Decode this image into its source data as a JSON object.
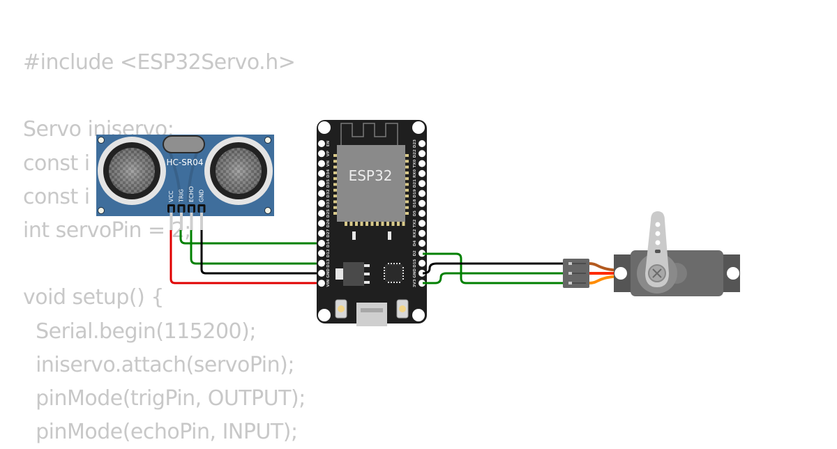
{
  "code_lines": [
    "#include <ESP32Servo.h>",
    "",
    "Servo iniservo;",
    "const i",
    "const i",
    "int servoPin = 2;",
    "",
    "void setup() {",
    "  Serial.begin(115200);",
    "  iniservo.attach(servoPin);",
    "  pinMode(trigPin, OUTPUT);",
    "  pinMode(echoPin, INPUT);"
  ],
  "sensor": {
    "label": "HC-SR04",
    "pins": [
      "VCC",
      "TRIG",
      "ECHO",
      "GND"
    ],
    "board_color": "#3d6b9a"
  },
  "esp32": {
    "label": "ESP32",
    "left_pins": [
      "EN",
      "VP",
      "VN",
      "D34",
      "D35",
      "D32",
      "D33",
      "D25",
      "D26",
      "D27",
      "D14",
      "D12",
      "D13",
      "GND",
      "VIN"
    ],
    "right_pins": [
      "D23",
      "D22",
      "TX0",
      "RX0",
      "D21",
      "D19",
      "D18",
      "D5",
      "TX2",
      "RX2",
      "D4",
      "D2",
      "D15",
      "GND",
      "3V3"
    ]
  },
  "servo": {
    "name": "servo-motor",
    "wire_colors": [
      "#b35a1f",
      "#ff2a00",
      "#ff8c00"
    ]
  },
  "wires": [
    {
      "name": "trig-wire",
      "from": "HC-SR04 TRIG",
      "to": "ESP32 D14",
      "color": "#008000"
    },
    {
      "name": "echo-wire",
      "from": "HC-SR04 ECHO",
      "to": "ESP32 D13",
      "color": "#008000"
    },
    {
      "name": "sensor-gnd-wire",
      "from": "HC-SR04 GND",
      "to": "ESP32 GND",
      "color": "#000000"
    },
    {
      "name": "sensor-vcc-wire",
      "from": "HC-SR04 VCC",
      "to": "ESP32 VIN",
      "color": "#e00000"
    },
    {
      "name": "servo-signal-wire",
      "from": "ESP32 D2",
      "to": "Servo PWM",
      "color": "#008000"
    },
    {
      "name": "servo-gnd-wire",
      "from": "ESP32 GND",
      "to": "Servo GND",
      "color": "#000000"
    },
    {
      "name": "servo-vcc-wire",
      "from": "ESP32 3V3",
      "to": "Servo V+",
      "color": "#008000"
    }
  ]
}
